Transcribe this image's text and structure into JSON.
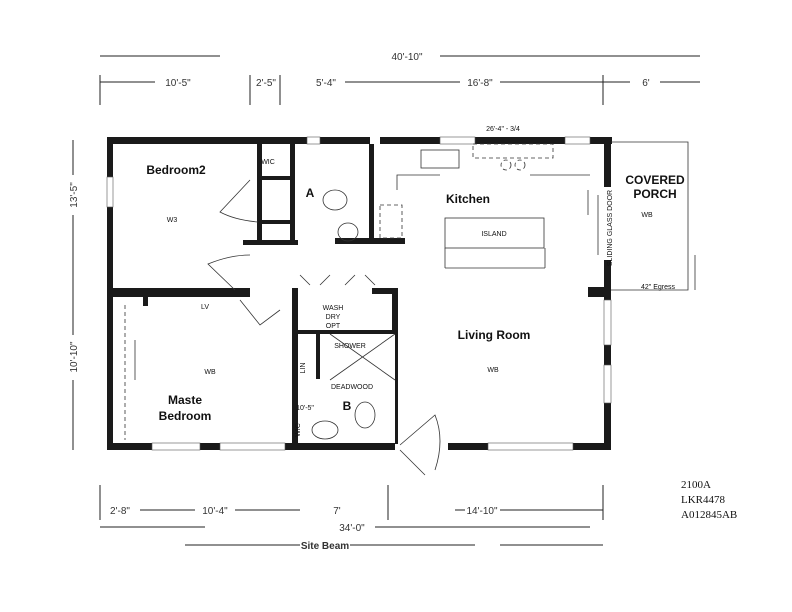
{
  "dimensions": {
    "overall_top": "40'-10\"",
    "top_segments": [
      "10'-5\"",
      "2'-5\"",
      "5'-4\"",
      "16'-8\"",
      "6'"
    ],
    "kitchen_wall": "26'-4\" - 3/4",
    "left_upper": "13'-5\"",
    "left_lower": "10'-10\"",
    "bottom_segments": [
      "2'-8\"",
      "10'-4\"",
      "7'",
      "14'-10\""
    ],
    "overall_bottom": "34'-0\"",
    "site_beam": "Site Beam",
    "bath_b_width": "10'-5\""
  },
  "rooms": {
    "bedroom2": "Bedroom2",
    "bedroom2_closet": "W3",
    "wic": "WIC",
    "bath_a": "A",
    "kitchen": "Kitchen",
    "island": "ISLAND",
    "covered_porch_1": "COVERED",
    "covered_porch_2": "PORCH",
    "porch_wb": "WB",
    "egress": "42\" Egress",
    "sliding_door": "SLIDING GLASS DOOR",
    "wash_1": "WASH",
    "wash_2": "DRY",
    "wash_3": "OPT",
    "living_room": "Living Room",
    "living_wb": "WB",
    "shower": "SHOWER",
    "deadwood": "DEADWOOD",
    "lin": "LIN",
    "master_1": "Maste",
    "master_2": "Bedroom",
    "master_wb": "WB",
    "master_lv": "LV",
    "bath_b": "B",
    "wic2": "WIC"
  },
  "codes": [
    "2100A",
    "LKR4478",
    "A012845AB"
  ]
}
